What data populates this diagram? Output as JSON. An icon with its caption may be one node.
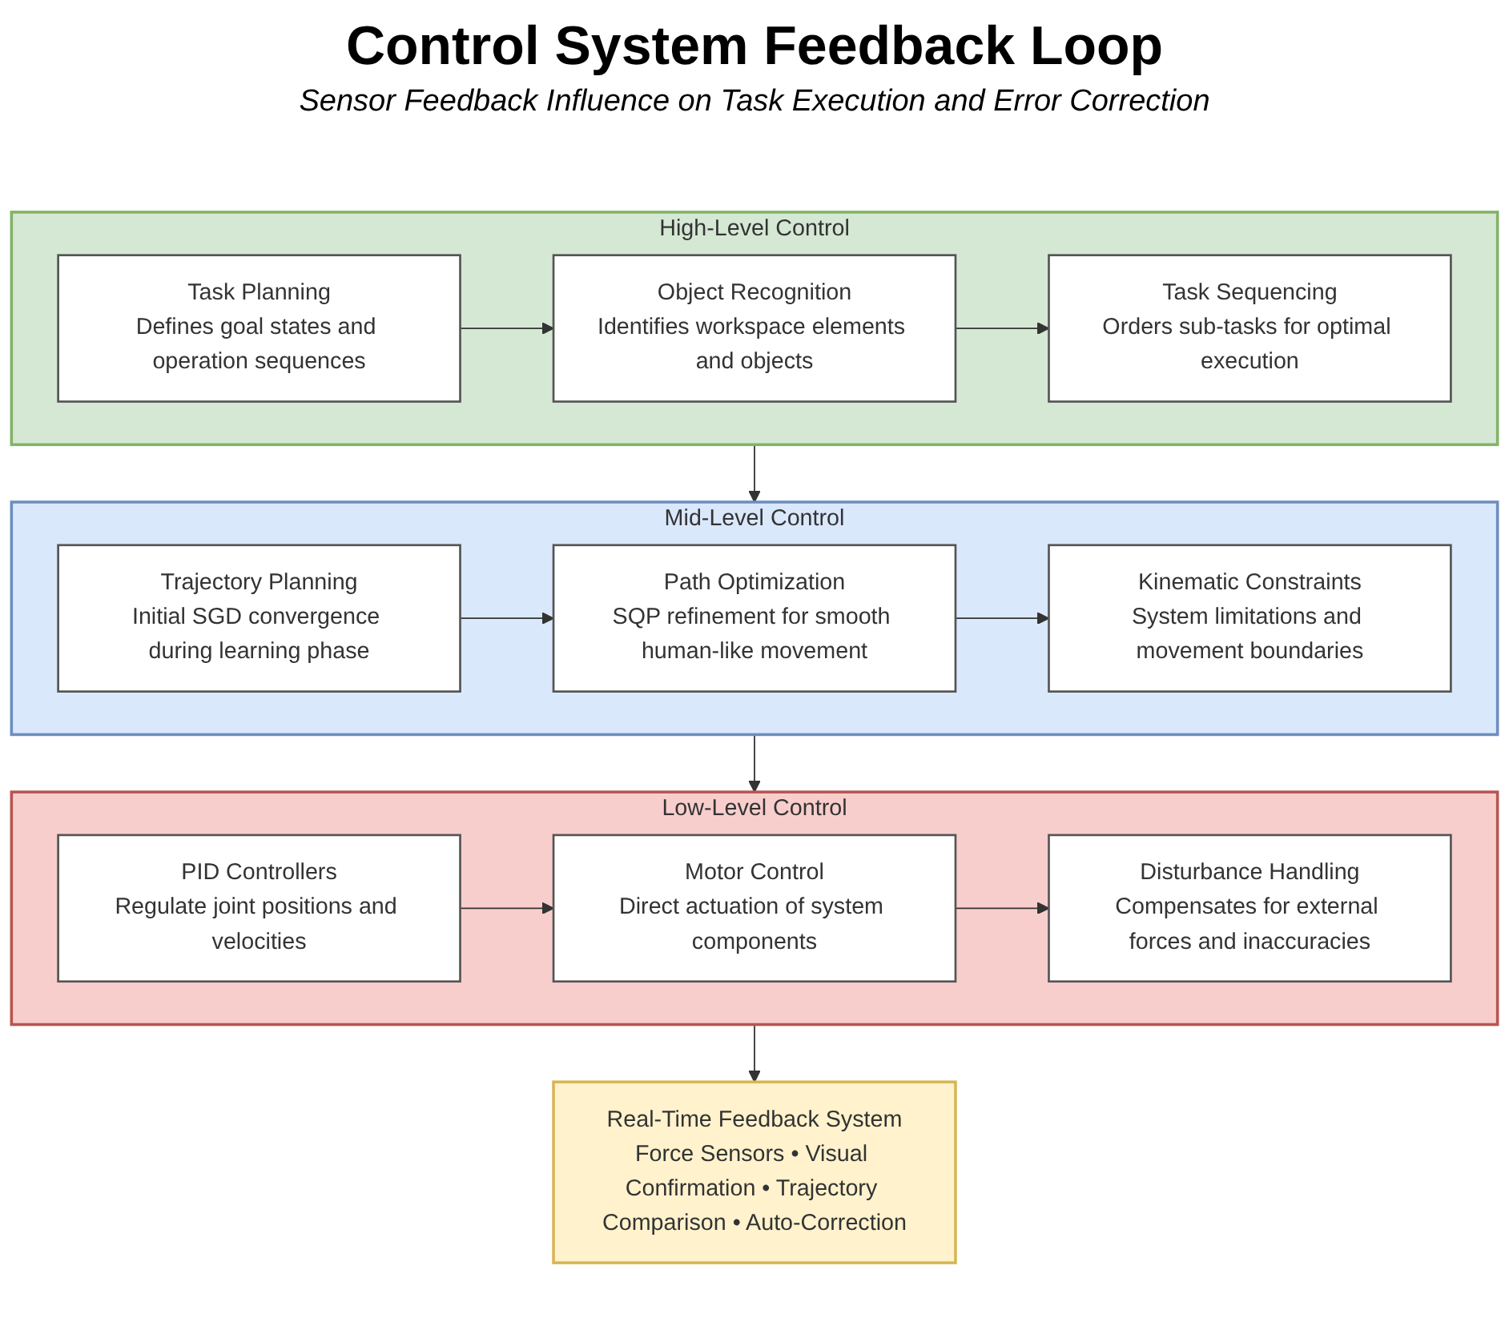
{
  "diagram": {
    "title": "Control System Feedback Loop",
    "caption": "Sensor Feedback Influence on Task Execution and Error Correction",
    "nodes": [
      {
        "text": [
          "High-Level Control"
        ]
      },
      {
        "text": [
          "Task Planning",
          "Defines goal states and operation sequences"
        ],
        "in": 0
      },
      {
        "text": [
          "Object Recognition",
          "Identifies workspace elements and objects"
        ],
        "in": 0
      },
      {
        "text": [
          "Task Sequencing",
          "Orders sub-tasks for optimal execution"
        ],
        "in": 0
      },
      {
        "text": [
          "Mid-Level Control"
        ]
      },
      {
        "text": [
          "Trajectory Planning",
          "Initial SGD convergence during learning phase"
        ],
        "in": 4
      },
      {
        "text": [
          "Path Optimization",
          "SQP refinement for smooth human-like movement"
        ],
        "in": 4
      },
      {
        "text": [
          "Kinematic Constraints",
          "System limitations and movement boundaries"
        ],
        "in": 4
      },
      {
        "text": [
          "Low-Level Control"
        ]
      },
      {
        "text": [
          "PID Controllers",
          "Regulate joint positions and velocities"
        ],
        "in": 8
      },
      {
        "text": [
          "Motor Control",
          "Direct actuation of system components"
        ],
        "in": 8
      },
      {
        "text": [
          "Disturbance Handling",
          "Compensates for external forces and inaccuracies"
        ],
        "in": 8
      },
      {
        "text": [
          "Real-Time Feedback System",
          "Force Sensors • Visual Confirmation • Trajectory Comparison • Auto-Correction"
        ]
      }
    ],
    "edges": [
      {
        "from": 1,
        "to": 2,
        "arrow": "to"
      },
      {
        "from": 2,
        "to": 3,
        "arrow": "to"
      },
      {
        "from": 0,
        "to": 4,
        "arrow": "to"
      },
      {
        "from": 5,
        "to": 6,
        "arrow": "to"
      },
      {
        "from": 6,
        "to": 7,
        "arrow": "to"
      },
      {
        "from": 4,
        "to": 8,
        "arrow": "to"
      },
      {
        "from": 9,
        "to": 10,
        "arrow": "to"
      },
      {
        "from": 10,
        "to": 11,
        "arrow": "to"
      },
      {
        "from": 8,
        "to": 12,
        "arrow": "to"
      }
    ]
  }
}
